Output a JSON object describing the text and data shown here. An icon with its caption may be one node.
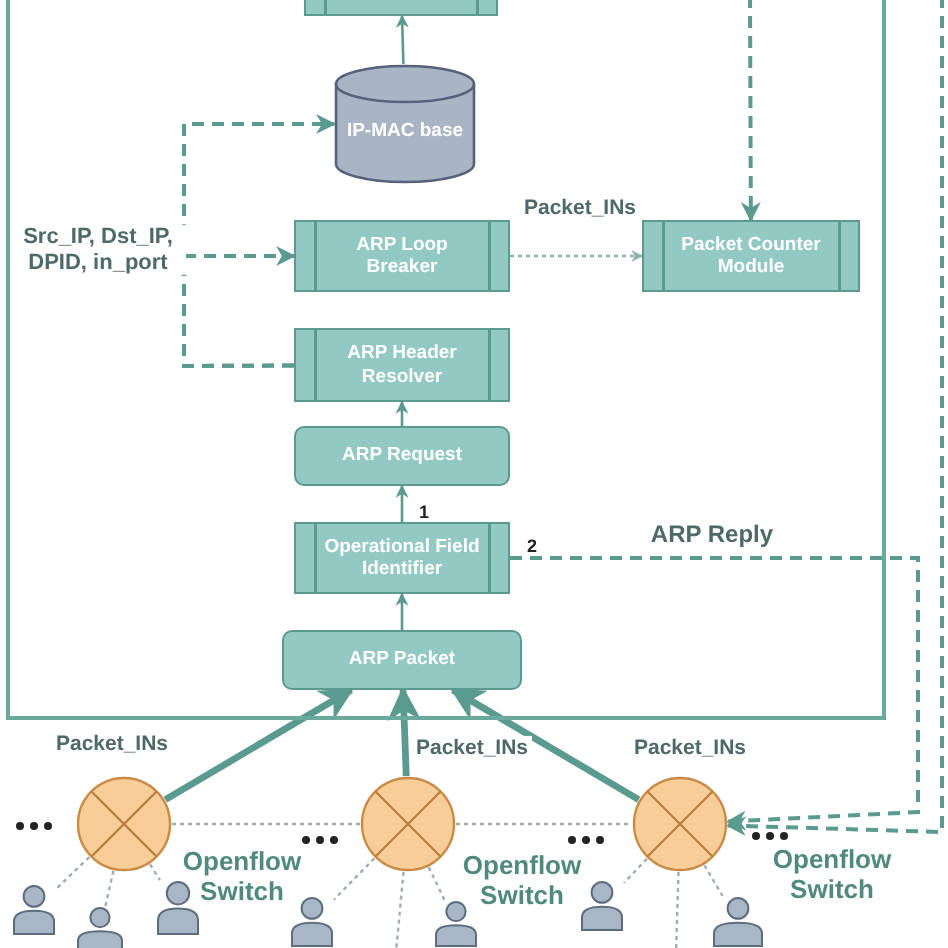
{
  "diagram": {
    "nodes": [
      {
        "text": [],
        "shape": "box"
      },
      {
        "text": [],
        "shape": "box",
        "in": 0
      },
      {
        "text": [
          "IP-MAC base"
        ],
        "in": 0
      },
      {
        "text": [
          "ARP Loop Breaker"
        ],
        "in": 0
      },
      {
        "text": [
          "Packet Counter Module"
        ],
        "in": 0
      },
      {
        "text": [
          "ARP Header Resolver"
        ],
        "in": 0
      },
      {
        "text": [
          "ARP Request"
        ],
        "in": 0
      },
      {
        "text": [
          "Operational Field Identifier"
        ],
        "in": 0
      },
      {
        "text": [
          "ARP Packet"
        ],
        "in": 0
      },
      {
        "text": [],
        "shape": "circle",
        "beside": [
          "Openflow Switch"
        ]
      },
      {
        "text": [],
        "shape": "circle",
        "beside": [
          "Openflow Switch"
        ]
      },
      {
        "text": [],
        "shape": "circle"
      },
      {
        "text": [],
        "shape": "person"
      },
      {
        "text": [],
        "shape": "person"
      },
      {
        "text": [],
        "shape": "person"
      },
      {
        "text": [],
        "shape": "person"
      },
      {
        "text": [],
        "shape": "person"
      },
      {
        "text": [],
        "shape": "person"
      },
      {
        "text": [],
        "shape": "person"
      }
    ],
    "edges": [
      {
        "from": 2,
        "to": 1,
        "arrow": "to"
      },
      {
        "from": null,
        "to": 4,
        "arrow": "to",
        "style": "dashed"
      },
      {
        "from": 3,
        "to": 4,
        "arrow": "to",
        "label": "Packet_INs",
        "style": "dashed",
        "color": "#8fb3ad"
      },
      {
        "from": 5,
        "to": 2,
        "arrow": "to",
        "style": "dashed"
      },
      {
        "from": 5,
        "to": 3,
        "arrow": "to",
        "style": "dashed"
      },
      {
        "from": 6,
        "to": 5,
        "arrow": "to"
      },
      {
        "from": 7,
        "to": 6,
        "arrow": "to",
        "label": "1"
      },
      {
        "from": 7,
        "to": 11,
        "arrow": "to",
        "label": "ARP Reply",
        "style": "dashed"
      },
      {
        "from": 8,
        "to": 7,
        "arrow": "to"
      },
      {
        "from": 9,
        "to": 8,
        "arrow": "to",
        "label": "Packet_INs",
        "style": "thick"
      },
      {
        "from": 10,
        "to": 8,
        "arrow": "to",
        "label": "Packet_INs",
        "style": "thick"
      },
      {
        "from": 11,
        "to": 8,
        "arrow": "to",
        "label": "Packet_INs",
        "style": "thick"
      },
      {
        "from": null,
        "to": 11,
        "arrow": "to",
        "style": "dashed"
      },
      {
        "from": 9,
        "to": 10,
        "arrow": "none",
        "style": "dashed",
        "color": "#a3acb0"
      },
      {
        "from": 10,
        "to": 11,
        "arrow": "none",
        "style": "dashed",
        "color": "#a3acb0"
      },
      {
        "from": 9,
        "to": 12,
        "arrow": "none",
        "style": "dashed",
        "color": "#a3acb0"
      },
      {
        "from": 9,
        "to": 13,
        "arrow": "none",
        "style": "dashed",
        "color": "#a3acb0"
      },
      {
        "from": 9,
        "to": 14,
        "arrow": "none",
        "style": "dashed",
        "color": "#a3acb0"
      },
      {
        "from": 10,
        "to": 15,
        "arrow": "none",
        "style": "dashed",
        "color": "#a3acb0"
      },
      {
        "from": 10,
        "to": null,
        "arrow": "none",
        "style": "dashed",
        "color": "#a3acb0"
      },
      {
        "from": 10,
        "to": 16,
        "arrow": "none",
        "style": "dashed",
        "color": "#a3acb0"
      },
      {
        "from": 11,
        "to": 17,
        "arrow": "none",
        "style": "dashed",
        "color": "#a3acb0"
      },
      {
        "from": 11,
        "to": null,
        "arrow": "none",
        "style": "dashed",
        "color": "#a3acb0"
      },
      {
        "from": 11,
        "to": 18,
        "arrow": "none",
        "style": "dashed",
        "color": "#a3acb0"
      }
    ],
    "labels": [
      "Src_IP, Dst_IP, DPID, in_port",
      "2",
      "Openflow Switch"
    ]
  }
}
